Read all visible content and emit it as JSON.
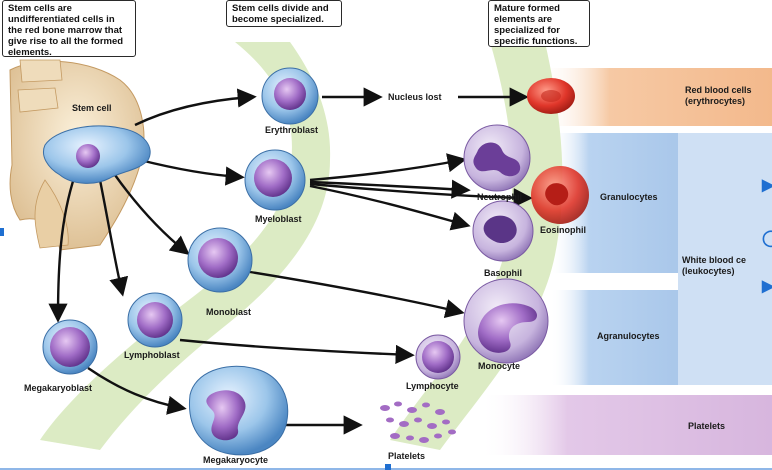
{
  "callouts": {
    "stem": "Stem cells are undifferentiated cells in the red bone marrow that give rise to all the formed elements.",
    "divide": "Stem cells divide and become specialized.",
    "mature": "Mature formed elements are specialized for specific functions."
  },
  "cells": {
    "stem_cell": "Stem cell",
    "erythroblast": "Erythroblast",
    "myeloblast": "Myeloblast",
    "monoblast": "Monoblast",
    "lymphoblast": "Lymphoblast",
    "megakaryoblast": "Megakaryoblast",
    "megakaryocyte": "Megakaryocyte",
    "nucleus_lost": "Nucleus lost",
    "neutrophil": "Neutrophil",
    "eosinophil": "Eosinophil",
    "basophil": "Basophil",
    "monocyte": "Monocyte",
    "lymphocyte": "Lymphocyte",
    "platelets": "Platelets"
  },
  "bands": {
    "red_blood_cells": "Red blood cells (erythrocytes)",
    "granulocytes": "Granulocytes",
    "white_blood_cells": "White blood ce (leukocytes)",
    "agranulocytes": "Agranulocytes",
    "platelets": "Platelets"
  },
  "colors": {
    "rbc_band": "#f6c9a4",
    "wbc_band": "#a9c7ea",
    "platelet_band": "#d7b6de",
    "green_path": "#dcebc4",
    "cell_purple": "#7c4fa6",
    "cell_blue": "#7fb3de",
    "rbc_red": "#e0362a"
  },
  "edge_icons": [
    "bookmark-icon",
    "info-icon",
    "comment-icon"
  ]
}
